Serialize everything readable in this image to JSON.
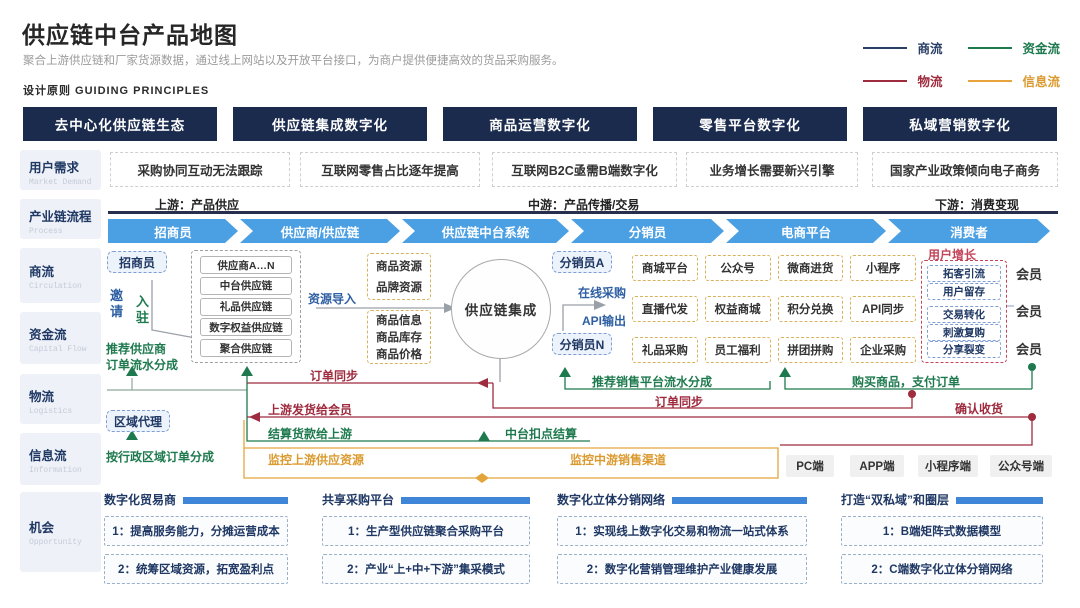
{
  "header": {
    "title": "供应链中台产品地图",
    "subtitle": "聚合上游供应链和厂家货源数据，通过线上网站以及开放平台接口，为商户提供便捷高效的货品采购服务。",
    "section_label": "设计原则  GUIDING PRINCIPLES"
  },
  "legend": {
    "items": [
      {
        "label": "商流",
        "color": "#2a3f66"
      },
      {
        "label": "资金流",
        "color": "#1e7a4e"
      },
      {
        "label": "物流",
        "color": "#9e2b3e"
      },
      {
        "label": "信息流",
        "color": "#e8a33d"
      }
    ]
  },
  "principles": [
    "去中心化供应链生态",
    "供应链集成数字化",
    "商品运营数字化",
    "零售平台数字化",
    "私域营销数字化"
  ],
  "demands": [
    "采购协同互动无法跟踪",
    "互联网零售占比逐年提高",
    "互联网B2C亟需B端数字化",
    "业务增长需要新兴引擎",
    "国家产业政策倾向电子商务"
  ],
  "sidebar": {
    "items": [
      {
        "zh": "用户需求",
        "en": "Market Demand"
      },
      {
        "zh": "产业链流程",
        "en": "Process"
      },
      {
        "zh": "商流",
        "en": "Circulation"
      },
      {
        "zh": "资金流",
        "en": "Capital Flow"
      },
      {
        "zh": "物流",
        "en": "Logistics"
      },
      {
        "zh": "信息流",
        "en": "Information"
      },
      {
        "zh": "机会",
        "en": "Opportunity"
      }
    ]
  },
  "process": {
    "stages": [
      "上游：产品供应",
      "中游：产品传播/交易",
      "下游：消费变现"
    ],
    "chevrons": [
      "招商员",
      "供应商/供应链",
      "供应链中台系统",
      "分销员",
      "电商平台",
      "消费者"
    ]
  },
  "supply": {
    "recruiter": "招商员",
    "invite": "邀请",
    "join": "入驻",
    "suppliers": [
      "供应商A…N",
      "中台供应链",
      "礼品供应链",
      "数字权益供应链",
      "聚合供应链"
    ],
    "commission_line1": "推荐供应商",
    "commission_line2": "订单流水分成"
  },
  "platform": {
    "resource_import": "资源导入",
    "resource_box": [
      "商品资源",
      "品牌资源"
    ],
    "info_box": [
      "商品信息",
      "商品库存",
      "商品价格"
    ],
    "hub": "供应链集成"
  },
  "distribution": {
    "distributor_a": "分销员A",
    "distributor_n": "分销员N",
    "online_purchase": "在线采购",
    "api_output": "API输出"
  },
  "ecommerce": {
    "items": [
      "商城平台",
      "公众号",
      "微商进货",
      "小程序",
      "直播代发",
      "权益商城",
      "积分兑换",
      "API同步",
      "礼品采购",
      "员工福利",
      "拼团拼购",
      "企业采购"
    ]
  },
  "growth": {
    "title": "用户增长",
    "items": [
      "拓客引流",
      "用户留存",
      "交易转化",
      "刺激复购",
      "分享裂变"
    ],
    "members": [
      "会员",
      "会员",
      "会员"
    ]
  },
  "flows": {
    "order_sync_1": "订单同步",
    "ship_to_member": "上游发货给会员",
    "settle_upstream": "结算货款给上游",
    "deduct_settle": "中台扣点结算",
    "platform_commission": "推荐销售平台流水分成",
    "buy_pay": "购买商品，支付订单",
    "order_sync_2": "订单同步",
    "confirm_receipt": "确认收货",
    "region_agent": "区域代理",
    "region_split": "按行政区域订单分成",
    "monitor_upstream": "监控上游供应资源",
    "monitor_midstream": "监控中游销售渠道"
  },
  "terminals": [
    "PC端",
    "APP端",
    "小程序端",
    "公众号端"
  ],
  "opportunities": [
    {
      "title": "数字化贸易商",
      "items": [
        "1：提高服务能力，分摊运营成本",
        "2：统筹区域资源，拓宽盈利点"
      ]
    },
    {
      "title": "共享采购平台",
      "items": [
        "1：生产型供应链聚合采购平台",
        "2：产业“上+中+下游”集采模式"
      ]
    },
    {
      "title": "数字化立体分销网络",
      "items": [
        "1：实现线上数字化交易和物流一站式体系",
        "2：数字化营销管理维护产业健康发展"
      ]
    },
    {
      "title": "打造“双私域”和圈层",
      "items": [
        "1：B端矩阵式数据模型",
        "2：C端数字化立体分销网络"
      ]
    }
  ]
}
